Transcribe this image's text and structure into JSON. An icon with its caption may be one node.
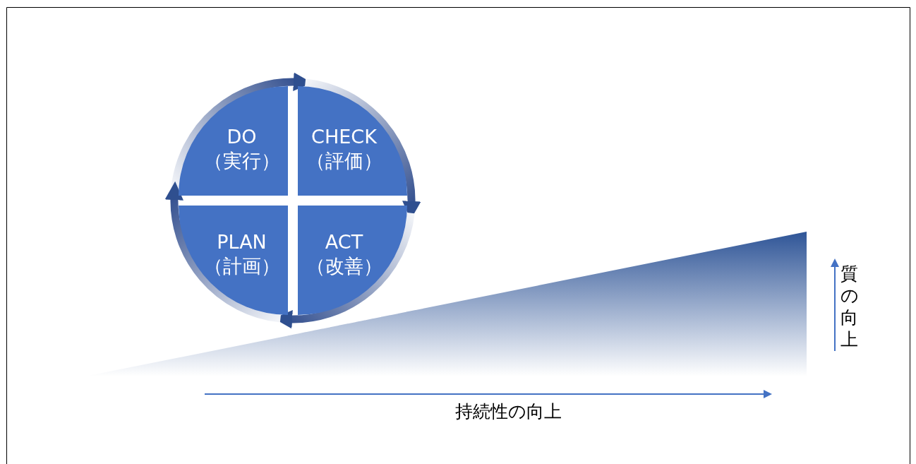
{
  "diagram": {
    "nodes": [
      {
        "text": [
          "DO",
          "（実行）"
        ]
      },
      {
        "text": [
          "CHECK",
          "（評価）"
        ]
      },
      {
        "text": [
          "PLAN",
          "（計画）"
        ]
      },
      {
        "text": [
          "ACT",
          "（改善）"
        ]
      }
    ],
    "edges": [
      {
        "from": 0,
        "to": 1,
        "arrow": "to"
      },
      {
        "from": 1,
        "to": 3,
        "arrow": "to"
      },
      {
        "from": 3,
        "to": 2,
        "arrow": "to"
      },
      {
        "from": 2,
        "to": 0,
        "arrow": "to"
      }
    ],
    "labels": [
      "質の向上",
      "持続性の向上"
    ]
  }
}
